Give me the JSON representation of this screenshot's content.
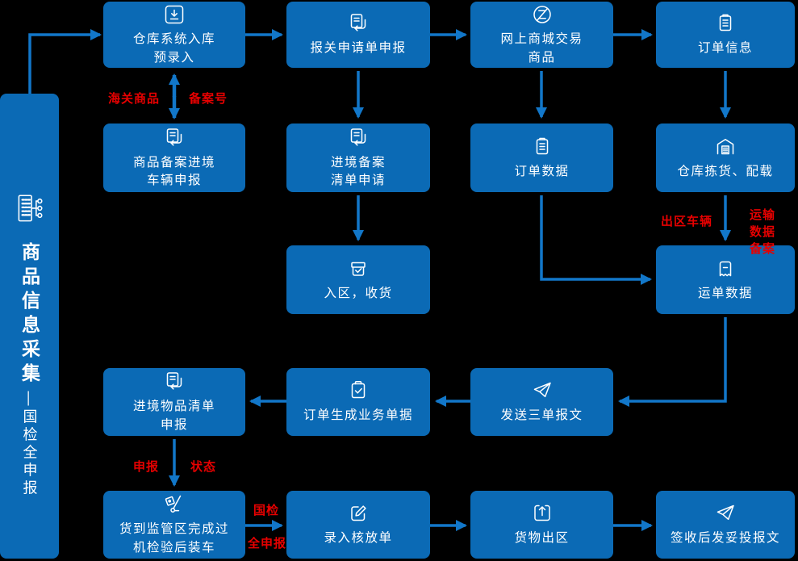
{
  "sidebar": {
    "title": "商品信息采集",
    "separator": "—",
    "subtitle": "国检全申报",
    "icon": "building-org-icon"
  },
  "colors": {
    "background": "#000000",
    "box_blue": "#0B6AB5",
    "arrow_blue": "#1277C9",
    "label_red": "#E60000",
    "text_white": "#FFFFFF"
  },
  "nodes": {
    "warehouse_entry": {
      "label": "仓库系统入库\n预录入",
      "icon": "download-icon"
    },
    "customs_declare": {
      "label": "报关申请单申报",
      "icon": "doc-sync-icon"
    },
    "online_mall": {
      "label": "网上商城交易\n商品",
      "icon": "circle-z-icon"
    },
    "order_info": {
      "label": "订单信息",
      "icon": "clipboard-icon"
    },
    "product_record": {
      "label": "商品备案进境\n车辆申报",
      "icon": "doc-sync-icon"
    },
    "entry_record": {
      "label": "进境备案\n清单申请",
      "icon": "doc-sync-icon"
    },
    "order_data": {
      "label": "订单数据",
      "icon": "clipboard-icon"
    },
    "warehouse_pick": {
      "label": "仓库拣货、配载",
      "icon": "warehouse-icon"
    },
    "enter_zone": {
      "label": "入区，收货",
      "icon": "box-check-icon"
    },
    "waybill_data": {
      "label": "运单数据",
      "icon": "ticket-icon"
    },
    "entry_items": {
      "label": "进境物品清单\n申报",
      "icon": "doc-sync-icon"
    },
    "order_generate": {
      "label": "订单生成业务单据",
      "icon": "clipboard-check-icon"
    },
    "send_messages": {
      "label": "发送三单报文",
      "icon": "paper-plane-icon"
    },
    "goods_arrive": {
      "label": "货到监管区完成过\n机检验后装车",
      "icon": "trolley-icon"
    },
    "release_form": {
      "label": "录入核放单",
      "icon": "edit-icon"
    },
    "goods_exit": {
      "label": "货物出区",
      "icon": "upload-icon"
    },
    "sign_receipt": {
      "label": "签收后发妥投报文",
      "icon": "paper-plane-icon"
    }
  },
  "edge_labels": {
    "customs_product": "海关商品",
    "record_number": "备案号",
    "exit_vehicle": "出区车辆",
    "transport_record": "运输数据\n备案",
    "declare": "申报",
    "status": "状态",
    "inspection": "国检",
    "full_declaration": "全申报"
  }
}
